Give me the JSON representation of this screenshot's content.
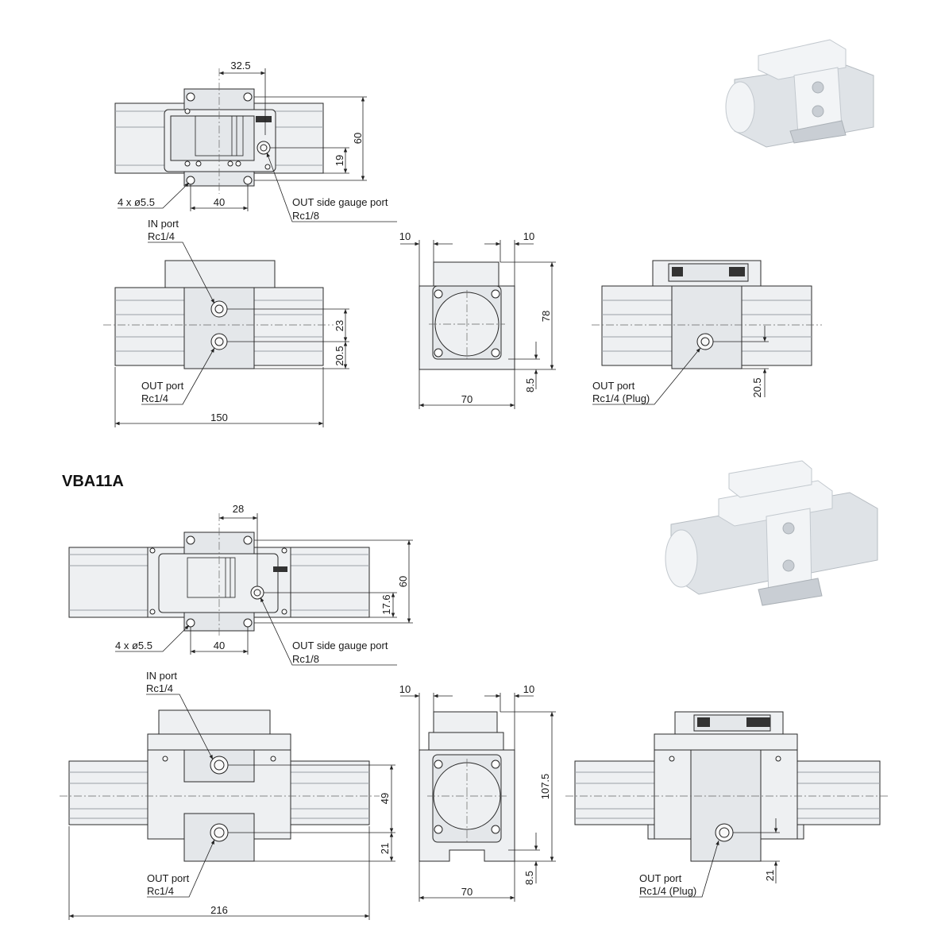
{
  "sections": [
    {
      "model_title": "",
      "top_view": {
        "dims": {
          "width_32_5": "32.5",
          "height_60": "60",
          "height_19": "19",
          "pitch_40": "40"
        },
        "labels": {
          "holes": "4 x ø5.5",
          "gauge_port": "OUT side gauge port",
          "gauge_size": "Rc1/8"
        }
      },
      "front_view": {
        "dims": {
          "length": "150",
          "in_out_pitch": "23",
          "out_height": "20.5"
        },
        "labels": {
          "in_port": "IN port",
          "in_size": "Rc1/4",
          "out_port": "OUT port",
          "out_size": "Rc1/4"
        }
      },
      "side_view": {
        "dims": {
          "left_10": "10",
          "right_10": "10",
          "height": "78",
          "base": "8.5",
          "width": "70"
        }
      },
      "rear_view": {
        "dims": {
          "out_height": "20.5"
        },
        "labels": {
          "out_port": "OUT port",
          "out_size": "Rc1/4 (Plug)"
        }
      }
    },
    {
      "model_title": "VBA11A",
      "top_view": {
        "dims": {
          "width_28": "28",
          "height_60": "60",
          "height_17_6": "17.6",
          "pitch_40": "40"
        },
        "labels": {
          "holes": "4 x ø5.5",
          "gauge_port": "OUT side gauge port",
          "gauge_size": "Rc1/8"
        }
      },
      "front_view": {
        "dims": {
          "length": "216",
          "in_out_pitch": "49",
          "out_height": "21"
        },
        "labels": {
          "in_port": "IN port",
          "in_size": "Rc1/4",
          "out_port": "OUT port",
          "out_size": "Rc1/4"
        }
      },
      "side_view": {
        "dims": {
          "left_10": "10",
          "right_10": "10",
          "height": "107.5",
          "base": "8.5",
          "width": "70"
        }
      },
      "rear_view": {
        "dims": {
          "out_height": "21"
        },
        "labels": {
          "out_port": "OUT port",
          "out_size": "Rc1/4 (Plug)"
        }
      }
    }
  ]
}
